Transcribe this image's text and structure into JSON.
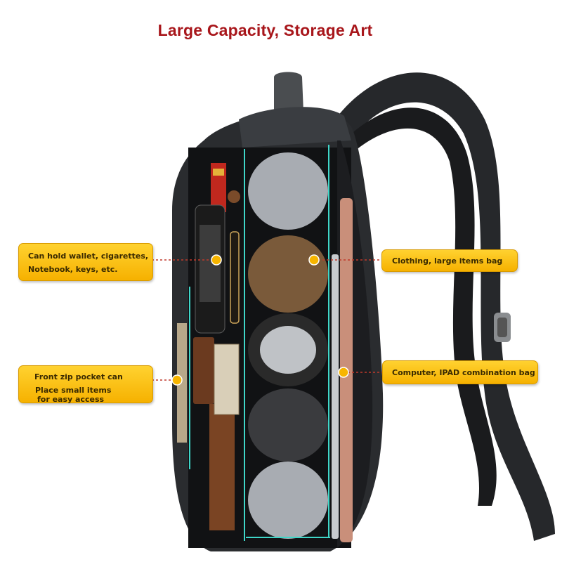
{
  "title": "Large Capacity, Storage Art",
  "colors": {
    "title": "#a8161b",
    "callout_fill": "#fbc20e",
    "divider_teal": "#3fd6c8",
    "bag_black": "#1c1d1f",
    "leader_line": "#c0392b"
  },
  "callouts": {
    "front_small": {
      "line1": "Can hold wallet, cigarettes,",
      "line2": "Notebook, keys, etc."
    },
    "front_zip": {
      "line1": "Front zip pocket can",
      "line2": "Place small items",
      "line3": "for easy access"
    },
    "clothing": {
      "line1": "Clothing, large items bag"
    },
    "computer": {
      "line1": "Computer, IPAD combination bag"
    }
  }
}
